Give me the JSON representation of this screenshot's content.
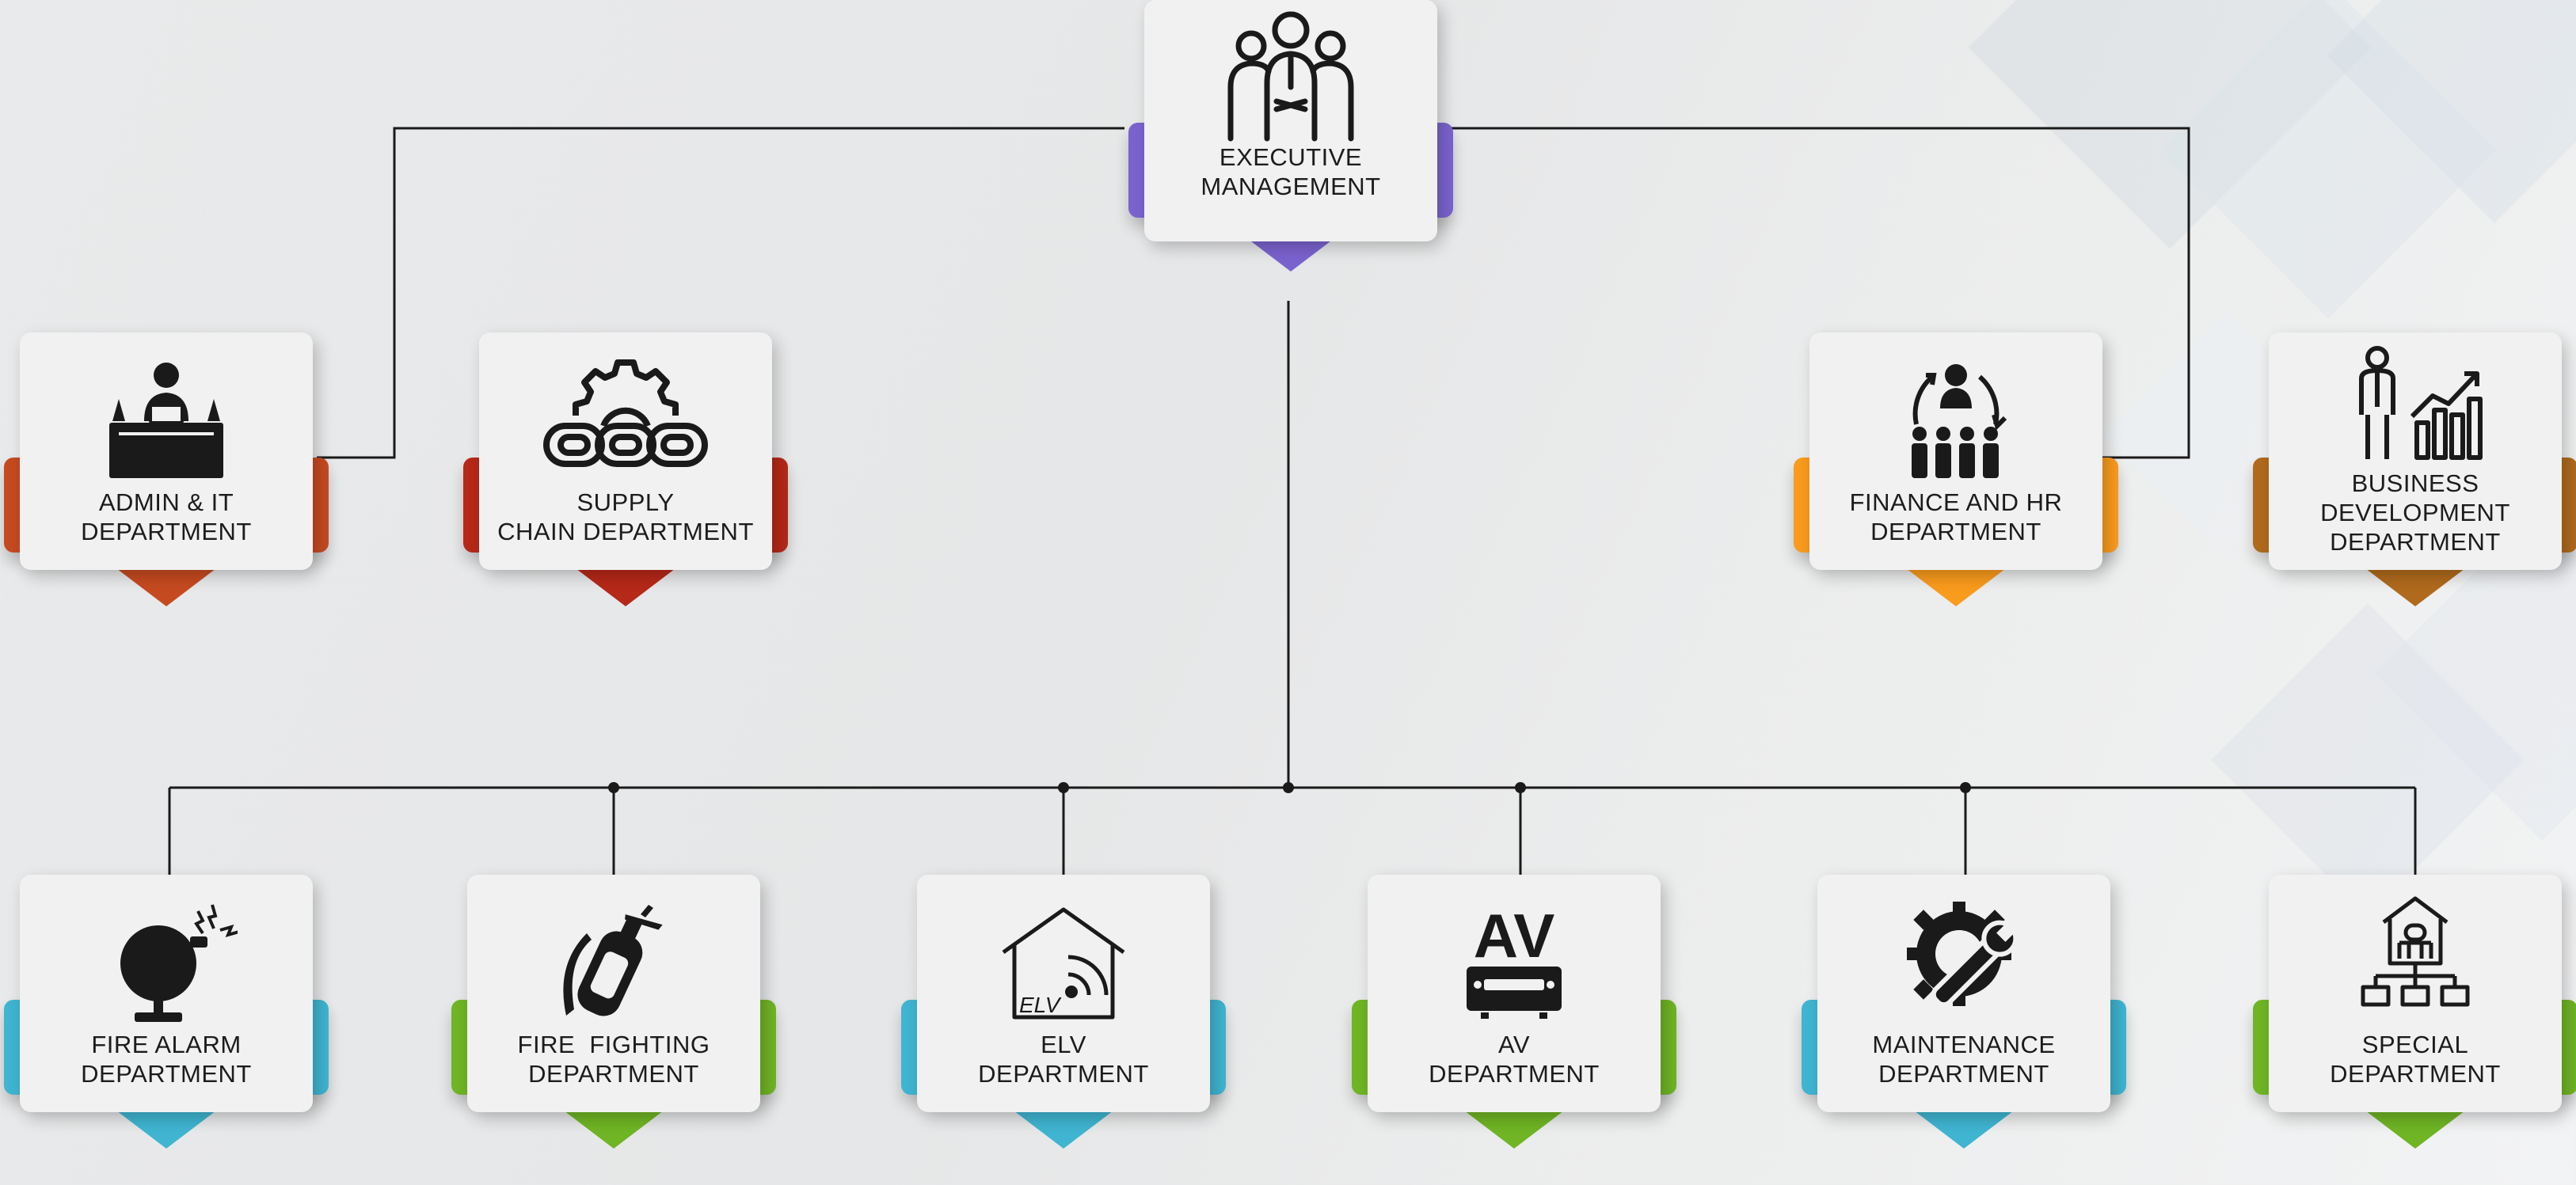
{
  "colors": {
    "executive": "#7b63cf",
    "admin": "#c64a20",
    "supply": "#b62818",
    "finance": "#f99b1d",
    "business": "#b06a1d",
    "blue": "#3fb5d1",
    "green": "#6fb524",
    "line": "#1a1a1a"
  },
  "executive": {
    "icon": "team-icon",
    "lines": [
      "EXECUTIVE",
      "MANAGEMENT"
    ]
  },
  "admin": {
    "icon": "office-desk-icon",
    "lines": [
      "ADMIN & IT",
      "DEPARTMENT"
    ]
  },
  "supply": {
    "icon": "gear-chain-icon",
    "lines": [
      "SUPPLY",
      "CHAIN DEPARTMENT"
    ]
  },
  "finance": {
    "icon": "people-cycle-icon",
    "lines": [
      "FINANCE AND HR",
      "DEPARTMENT"
    ]
  },
  "business": {
    "icon": "businessman-chart-icon",
    "lines": [
      "BUSINESS",
      "DEVELOPMENT",
      "DEPARTMENT"
    ]
  },
  "fire_alarm": {
    "icon": "alarm-bell-icon",
    "lines": [
      "FIRE ALARM",
      "DEPARTMENT"
    ]
  },
  "fire_fighting": {
    "icon": "fire-extinguisher-icon",
    "lines": [
      "FIRE  FIGHTING",
      "DEPARTMENT"
    ]
  },
  "elv": {
    "icon": "smart-home-icon",
    "icon_text": "ELV",
    "lines": [
      "ELV",
      "DEPARTMENT"
    ]
  },
  "av": {
    "icon": "av-receiver-icon",
    "icon_text": "AV",
    "lines": [
      "AV",
      "DEPARTMENT"
    ]
  },
  "maintenance": {
    "icon": "wrench-gear-icon",
    "lines": [
      "MAINTENANCE",
      "DEPARTMENT"
    ]
  },
  "special": {
    "icon": "building-network-icon",
    "lines": [
      "SPECIAL",
      "DEPARTMENT"
    ]
  }
}
